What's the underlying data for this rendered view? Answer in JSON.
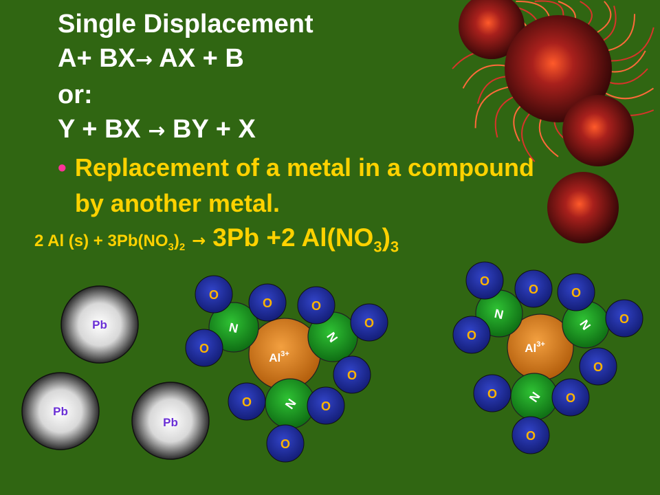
{
  "title_lines": [
    "Single Displacement",
    "A+ BX",
    "AX + B",
    "or:",
    "Y + BX",
    "BY + X"
  ],
  "arrow_glyph": "→",
  "bullet": "Replacement of a metal in a compound by another metal.",
  "equation": {
    "lhs_a": "2 Al (s) + 3Pb(NO",
    "lhs_sub1": "3",
    "lhs_b": ")",
    "lhs_sub2": "2",
    "rhs_a": "3Pb +2 Al(NO",
    "rhs_sub1": "3",
    "rhs_b": ")",
    "rhs_sub2": "3"
  },
  "atoms": {
    "pb_label": "Pb",
    "al_label": "Al",
    "al_charge": "3+",
    "n_label": "N",
    "o_label": "O"
  },
  "colors": {
    "background": "#306612",
    "title": "#ffffff",
    "bullet_text": "#ffd200",
    "bullet_dot": "#ff3399",
    "pb_label": "#6a2fd6",
    "aluminum": "#d07a18",
    "nitrogen": "#1a9a22",
    "oxygen": "#1f2fa0",
    "oxygen_label": "#ffb400"
  }
}
